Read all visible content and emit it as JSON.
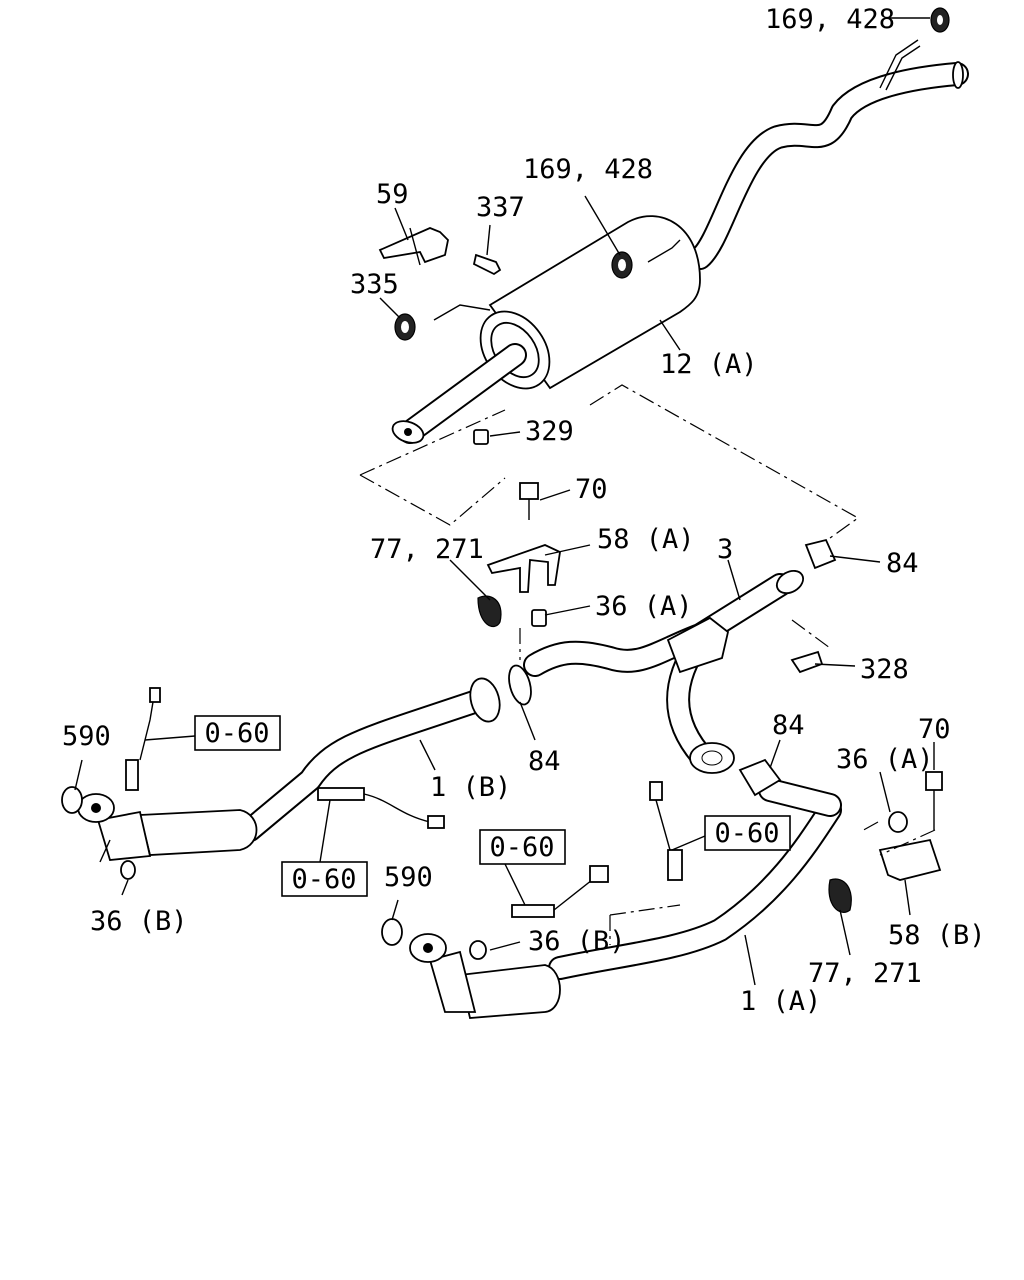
{
  "callouts": {
    "c169_428_top": "169, 428",
    "c169_428_mid": "169, 428",
    "c59": "59",
    "c337": "337",
    "c335": "335",
    "c12a": "12 (A)",
    "c329": "329",
    "c70_top": "70",
    "c58a": "58 (A)",
    "c77_271_top": "77, 271",
    "c3": "3",
    "c84_right": "84",
    "c36a_top": "36 (A)",
    "c328": "328",
    "c590_left": "590",
    "c1b": "1 (B)",
    "c84_mid": "84",
    "c84_low": "84",
    "c36a_right": "36 (A)",
    "c70_right": "70",
    "c36b_left": "36 (B)",
    "c590_mid": "590",
    "c36b_mid": "36 (B)",
    "c58b": "58 (B)",
    "c77_271_low": "77, 271",
    "c1a": "1 (A)"
  },
  "reference_boxes": {
    "ref_left_top": "0-60",
    "ref_left_low": "0-60",
    "ref_mid": "0-60",
    "ref_right": "0-60"
  }
}
